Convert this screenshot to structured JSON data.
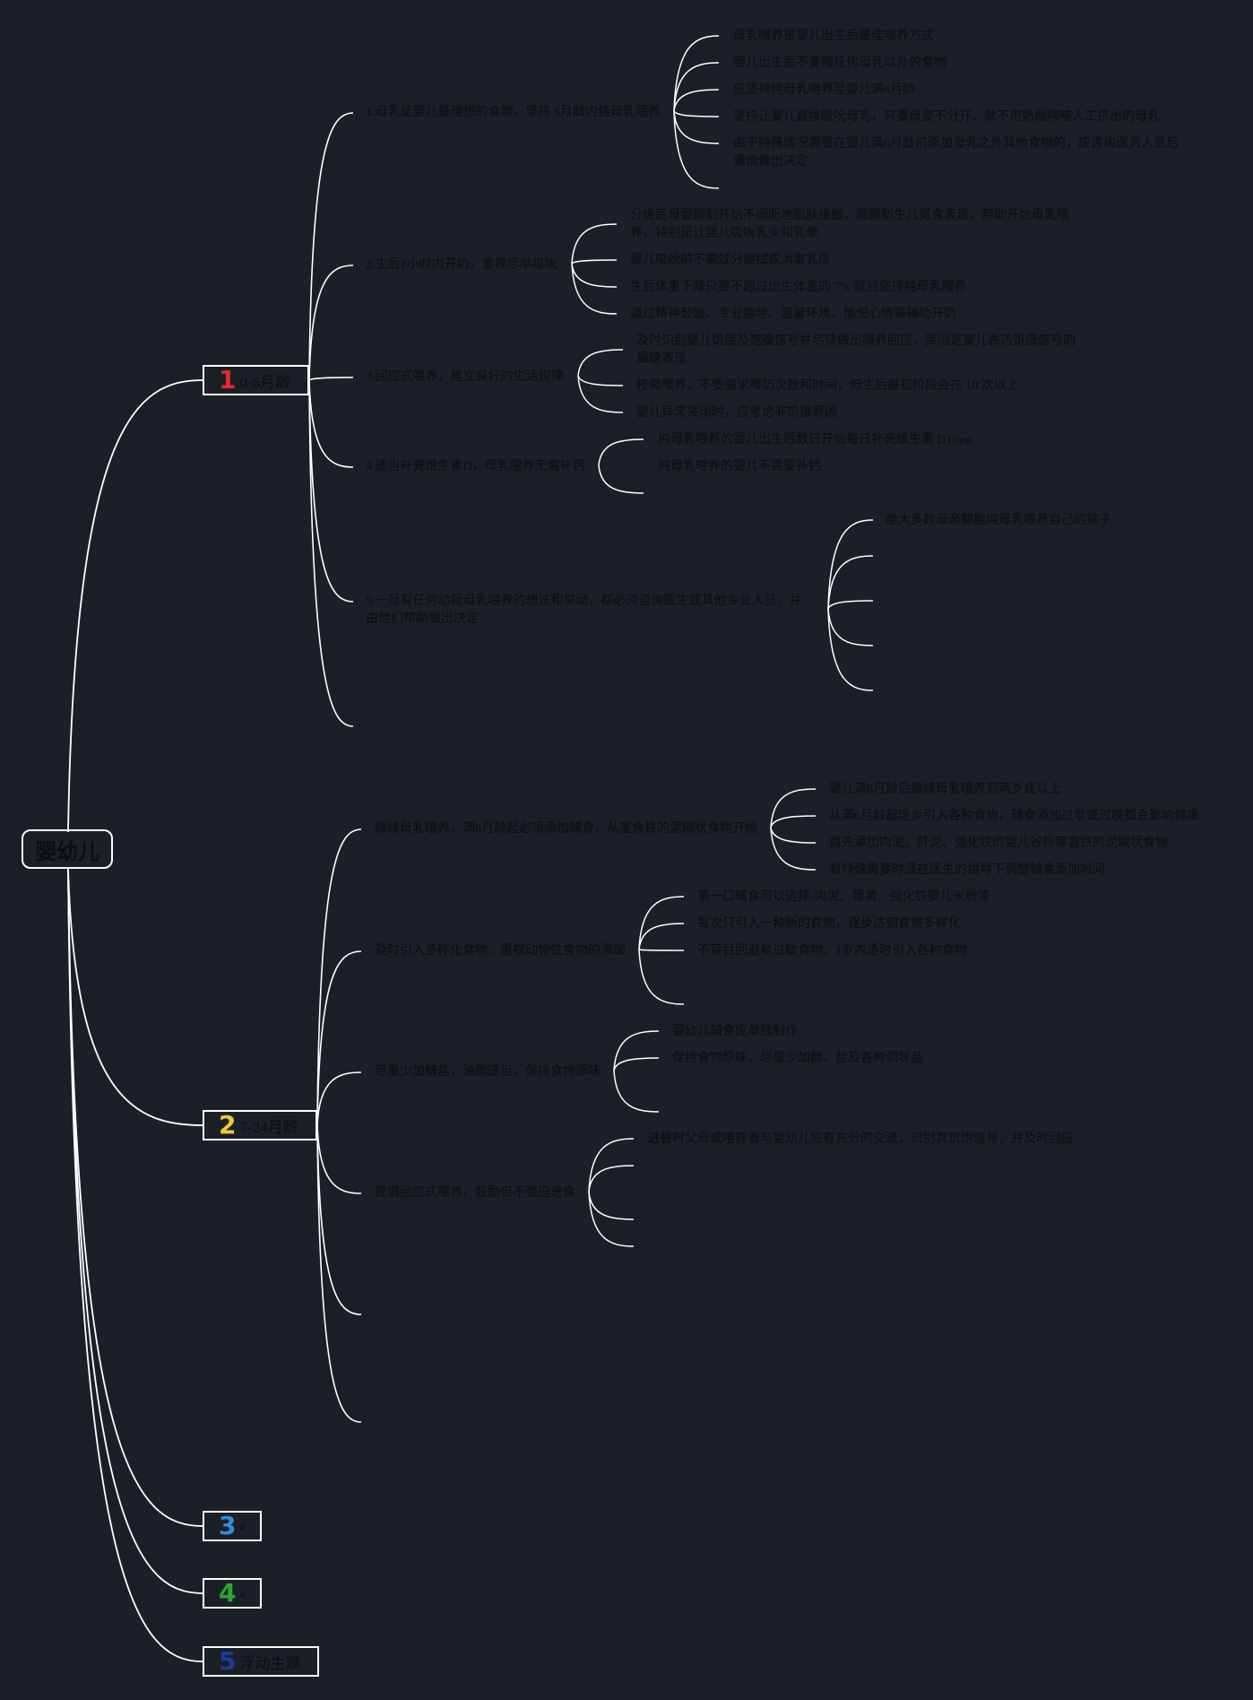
{
  "root": {
    "label": "婴幼儿"
  },
  "colors": {
    "line": "#ffffff",
    "background": "#1b1f26",
    "text": "#0c0d10",
    "num1": "#e02b2b",
    "num2": "#f3c93a",
    "num3": "#2f8fd8",
    "num4": "#2aa82a",
    "num5": "#1b3a9a"
  },
  "categories": [
    {
      "num": "1",
      "label": "0-6月龄"
    },
    {
      "num": "2",
      "label": "7-24月龄"
    },
    {
      "num": "3",
      "label": "a"
    },
    {
      "num": "4",
      "label": "a"
    },
    {
      "num": "5",
      "label": "浮动主题"
    }
  ],
  "branches": {
    "b1": "1.母乳是婴儿最理想的食物，坚持 6月龄内纯母乳喂养",
    "b2": "2.生后1小时内开奶，重视尽早吸吮",
    "b3": "3.回应式喂养，建立良好的生活规律",
    "b4": "4.适当补充维生素D，母乳喂养无需补钙",
    "b5": "5.一旦有任何动摇母乳喂养的想法和举动，都必须咨询医生或其他专业人员，并由他们帮助做出决定",
    "c1": "继续母乳喂养，满6月龄起必须添加辅食，从富含铁的泥糊状食物开始",
    "c2": "及时引入多样化食物，重视动物性食物的添加",
    "c3": "尽量少加糖盐，油脂适当，保持食物原味",
    "c4": "提倡回应式喂养，鼓励但不强迫进食"
  },
  "leaves": {
    "b1": [
      "母乳喂养是婴儿出生后最佳喂养方式",
      "婴儿出生后不要喂任何母乳以外的食物",
      "应坚持纯母乳喂养至婴儿满6月龄",
      "坚持让婴儿直接吸吮母乳，只要母婴不分开，就不用奶瓶喂哺人工挤出的母乳",
      "由于特殊情况需要在婴儿满6月龄前添加母乳之外其他食物的，应咨询医务人员后谨慎做出决定"
    ],
    "b2": [
      "分娩后母婴即刻开始不间断地肌肤接触，观察新生儿觅食表现，帮助开始母乳喂养，特别是让婴儿吸吮乳头和乳晕",
      "婴儿吸吮前不需过分擦拭或消毒乳房",
      "生后体重下降只要不超过出生体重的 7% 就应坚持纯母乳喂养",
      "通过精神鼓励、专业指导、温馨环境、愉悦心情等辅助开奶"
    ],
    "b3": [
      "及时识别婴儿饥饿及饱腹信号并尽快做出喂养回应，哭闹是婴儿表达饥饿信号的最晚表现",
      "按需喂养，不要强求喂奶次数和时间，但生后最初阶段会在 10 次以上",
      "婴儿异常哭闹时，应考虑非饥饿原因"
    ],
    "b4": [
      "纯母乳喂养的婴儿出生后数日开始每日补充维生素 D10μg",
      "纯母乳喂养的婴儿不需要补钙"
    ],
    "b5": [
      "绝大多数母亲都能纯母乳喂养自己的孩子"
    ],
    "c1": [
      "婴儿满6月龄后继续母乳喂养到两岁或以上",
      "从满6月龄起逐步引入各种食物，辅食添加过早或过晚都会影响健康",
      "首先添加肉泥、肝泥、强化铁的婴儿谷粉等富铁的泥糊状食物",
      "有特殊需要时须在医生的指导下调整辅食添加时间"
    ],
    "c2": [
      "第一口辅食可以选择-肉泥、蛋黄、强化铁婴儿米粉等",
      "每次只引入一种新的食物，逐步达到食物多样化",
      "不盲目回避易过敏食物，1岁内适时引入各种食物"
    ],
    "c3": [
      "婴幼儿辅食应单独制作",
      "保持食物原味，尽量少加糖、盐及各种调味品"
    ],
    "c4": [
      "进餐时父母或喂养者与婴幼儿应有充分的交流，识别其饥饱信号，并及时回应"
    ]
  }
}
